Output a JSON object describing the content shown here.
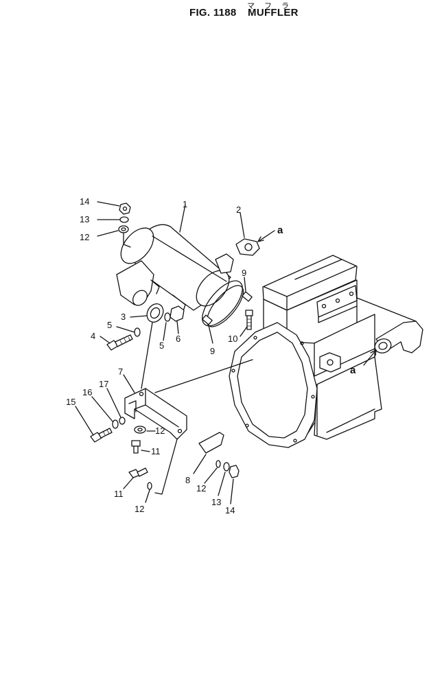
{
  "header": {
    "figure_number": "FIG. 1188",
    "title": "MUFFLER",
    "title_kana": "マフラ"
  },
  "callouts": [
    {
      "id": "c1",
      "text": "1"
    },
    {
      "id": "c2",
      "text": "2"
    },
    {
      "id": "c3",
      "text": "3"
    },
    {
      "id": "c4",
      "text": "4"
    },
    {
      "id": "c5a",
      "text": "5"
    },
    {
      "id": "c5b",
      "text": "5"
    },
    {
      "id": "c6",
      "text": "6"
    },
    {
      "id": "c7",
      "text": "7"
    },
    {
      "id": "c8",
      "text": "8"
    },
    {
      "id": "c9a",
      "text": "9"
    },
    {
      "id": "c9b",
      "text": "9"
    },
    {
      "id": "c10",
      "text": "10"
    },
    {
      "id": "c11a",
      "text": "11"
    },
    {
      "id": "c11b",
      "text": "11"
    },
    {
      "id": "c12a",
      "text": "12"
    },
    {
      "id": "c12b",
      "text": "12"
    },
    {
      "id": "c12c",
      "text": "12"
    },
    {
      "id": "c12d",
      "text": "12"
    },
    {
      "id": "c13a",
      "text": "13"
    },
    {
      "id": "c13b",
      "text": "13"
    },
    {
      "id": "c14a",
      "text": "14"
    },
    {
      "id": "c14b",
      "text": "14"
    },
    {
      "id": "c15",
      "text": "15"
    },
    {
      "id": "c16",
      "text": "16"
    },
    {
      "id": "c17",
      "text": "17"
    }
  ],
  "reference_marks": [
    {
      "id": "ra1",
      "text": "a"
    },
    {
      "id": "ra2",
      "text": "a"
    }
  ]
}
